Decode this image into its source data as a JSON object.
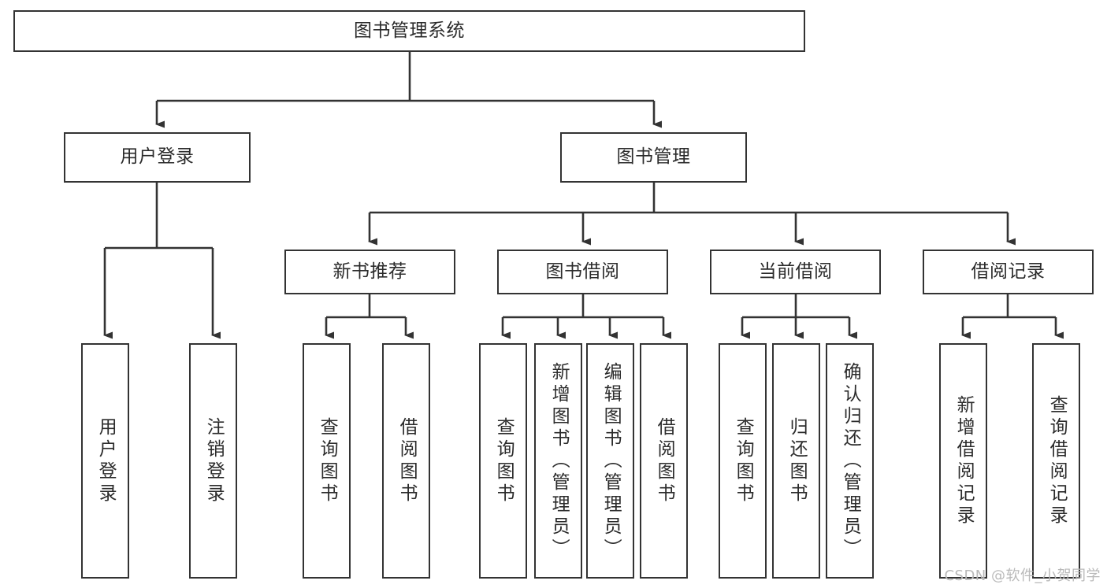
{
  "diagram": {
    "title": "图书管理系统",
    "type": "tree",
    "orientation": "top-down",
    "colors": {
      "box_border": "#333333",
      "box_fill": "#ffffff",
      "connector": "#333333",
      "text": "#2b2b2b",
      "watermark": "#b9b9b9",
      "background": "#ffffff"
    },
    "watermark": "CSDN @软件_小贺同学",
    "nodes": {
      "root": {
        "label": "图书管理系统",
        "level": 0,
        "text_orientation": "horizontal"
      },
      "l2": [
        {
          "id": "user-login",
          "label": "用户登录",
          "level": 1,
          "text_orientation": "horizontal"
        },
        {
          "id": "book-manage",
          "label": "图书管理",
          "level": 1,
          "text_orientation": "horizontal"
        }
      ],
      "l3": [
        {
          "id": "new-book-recommend",
          "label": "新书推荐",
          "level": 2,
          "text_orientation": "horizontal",
          "parent": "book-manage"
        },
        {
          "id": "book-borrow",
          "label": "图书借阅",
          "level": 2,
          "text_orientation": "horizontal",
          "parent": "book-manage"
        },
        {
          "id": "current-borrow",
          "label": "当前借阅",
          "level": 2,
          "text_orientation": "horizontal",
          "parent": "book-manage"
        },
        {
          "id": "borrow-record",
          "label": "借阅记录",
          "level": 2,
          "text_orientation": "horizontal",
          "parent": "book-manage"
        }
      ],
      "leaves": [
        {
          "id": "leaf-user-login",
          "label": "用户登录",
          "parent": "user-login",
          "text_orientation": "vertical"
        },
        {
          "id": "leaf-logout-login",
          "label": "注销登录",
          "parent": "user-login",
          "text_orientation": "vertical"
        },
        {
          "id": "leaf-query-book-1",
          "label": "查询图书",
          "parent": "new-book-recommend",
          "text_orientation": "vertical"
        },
        {
          "id": "leaf-borrow-book-1",
          "label": "借阅图书",
          "parent": "new-book-recommend",
          "text_orientation": "vertical"
        },
        {
          "id": "leaf-query-book-2",
          "label": "查询图书",
          "parent": "book-borrow",
          "text_orientation": "vertical"
        },
        {
          "id": "leaf-add-book",
          "label": "新增图书（管理员）",
          "parent": "book-borrow",
          "text_orientation": "vertical"
        },
        {
          "id": "leaf-edit-book",
          "label": "编辑图书（管理员）",
          "parent": "book-borrow",
          "text_orientation": "vertical"
        },
        {
          "id": "leaf-borrow-book-2",
          "label": "借阅图书",
          "parent": "book-borrow",
          "text_orientation": "vertical"
        },
        {
          "id": "leaf-query-book-3",
          "label": "查询图书",
          "parent": "current-borrow",
          "text_orientation": "vertical"
        },
        {
          "id": "leaf-return-book",
          "label": "归还图书",
          "parent": "current-borrow",
          "text_orientation": "vertical"
        },
        {
          "id": "leaf-confirm-return",
          "label": "确认归还（管理员）",
          "parent": "current-borrow",
          "text_orientation": "vertical"
        },
        {
          "id": "leaf-add-record",
          "label": "新增借阅记录",
          "parent": "borrow-record",
          "text_orientation": "vertical"
        },
        {
          "id": "leaf-query-record",
          "label": "查询借阅记录",
          "parent": "borrow-record",
          "text_orientation": "vertical"
        }
      ]
    }
  }
}
